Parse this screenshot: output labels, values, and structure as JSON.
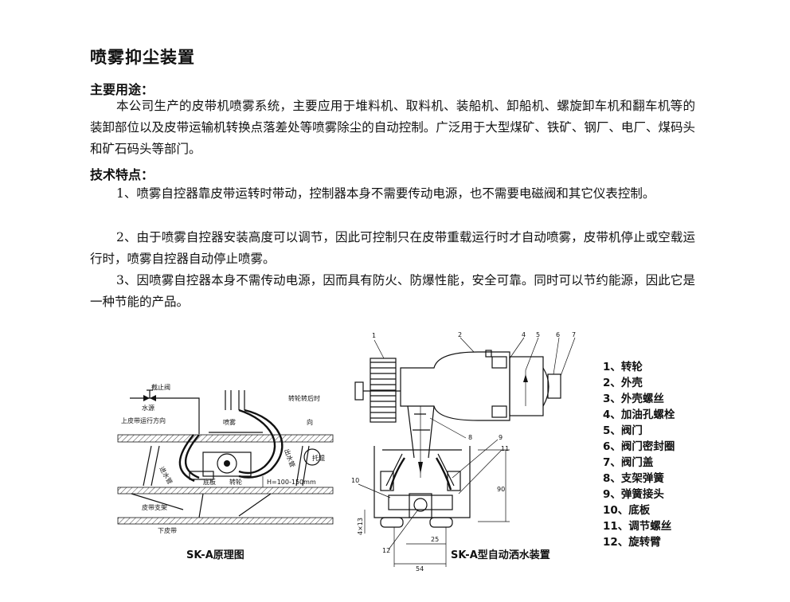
{
  "title": "喷雾抑尘装置",
  "usage": {
    "heading": "主要用途：",
    "text": "本公司生产的皮带机喷雾系统，主要应用于堆料机、取料机、装船机、卸船机、螺旋卸车机和翻车机等的装卸部位以及皮带运输机转换点落差处等喷雾除尘的自动控制。广泛用于大型煤矿、铁矿、钢厂、电厂、煤码头和矿石码头等部门。"
  },
  "features": {
    "heading": "技术特点：",
    "items": [
      "1、喷雾自控器靠皮带运转时带动，控制器本身不需要传动电源，也不需要电磁阀和其它仪表控制。",
      "2、由于喷雾自控器安装高度可以调节，因此可控制只在皮带重载运行时才自动喷雾，皮带机停止或空载运行时，喷雾自控器自动停止喷雾。",
      "3、因喷雾自控器本身不需传动电源，因而具有防火、防爆性能，安全可靠。同时可以节约能源，因此它是一种节能的产品。"
    ]
  },
  "diagram_left": {
    "caption": "SK-A原理图",
    "labels": {
      "valve": "截止阀",
      "water": "水源",
      "upper_dir": "上皮带运行方向",
      "spray": "喷雾",
      "after_turn": "转轮转后时",
      "direction": "向",
      "water_in": "进水管",
      "water_out": "出水管",
      "idler": "托辊",
      "base": "底板",
      "wheel": "转轮",
      "height": "H=100-150mm",
      "frame": "皮带支架",
      "lower": "下皮带"
    }
  },
  "diagram_right": {
    "caption": "SK-A型自动洒水装置",
    "callouts": [
      "1",
      "2",
      "4",
      "5",
      "6",
      "7",
      "8",
      "9",
      "10",
      "11",
      "12"
    ],
    "dims": {
      "h1": "90",
      "w1": "25",
      "w2": "54",
      "hole": "4×13"
    }
  },
  "legend": [
    "1、转轮",
    "2、外壳",
    "3、外壳螺丝",
    "4、加油孔螺栓",
    "5、阀门",
    "6、阀门密封圈",
    "7、阀门盖",
    "8、支架弹簧",
    "9、弹簧接头",
    "10、底板",
    "11、调节螺丝",
    "12、旋转臂"
  ]
}
